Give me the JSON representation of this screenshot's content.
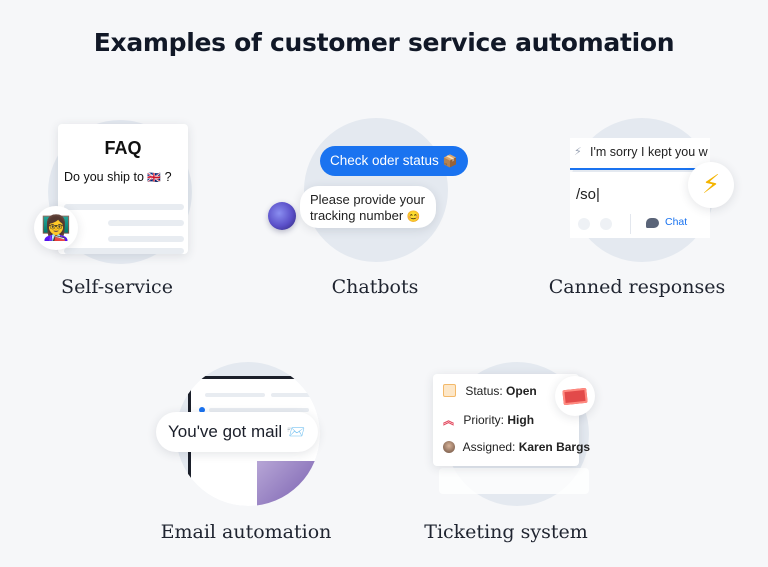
{
  "title": "Examples of customer service automation",
  "selfService": {
    "label": "Self-service",
    "faq": "FAQ",
    "question": "Do you ship to",
    "flag": "🇬🇧",
    "questionEnd": "?",
    "avatar": "👩‍🏫"
  },
  "chatbots": {
    "label": "Chatbots",
    "userBubble": "Check oder status",
    "userEmoji": "📦",
    "botLine1": "Please provide your",
    "botLine2": "tracking number",
    "botEmoji": "😊"
  },
  "canned": {
    "label": "Canned responses",
    "preview": "I'm sorry I kept you w",
    "typed": "/so|",
    "chatLabel": "Chat",
    "boltIcon": "⚡"
  },
  "email": {
    "label": "Email automation",
    "bubble": "You've got mail",
    "mailEmoji": "📨"
  },
  "ticketing": {
    "label": "Ticketing system",
    "statusKey": "Status:",
    "statusVal": "Open",
    "priorityKey": "Priority:",
    "priorityVal": "High",
    "assignedKey": "Assigned:",
    "assignedVal": "Karen Bargs"
  },
  "colors": {
    "accent": "#1a73f0",
    "priority": "#e2455b",
    "bolt": "#f4b400",
    "ticket": "#e24a4a"
  }
}
